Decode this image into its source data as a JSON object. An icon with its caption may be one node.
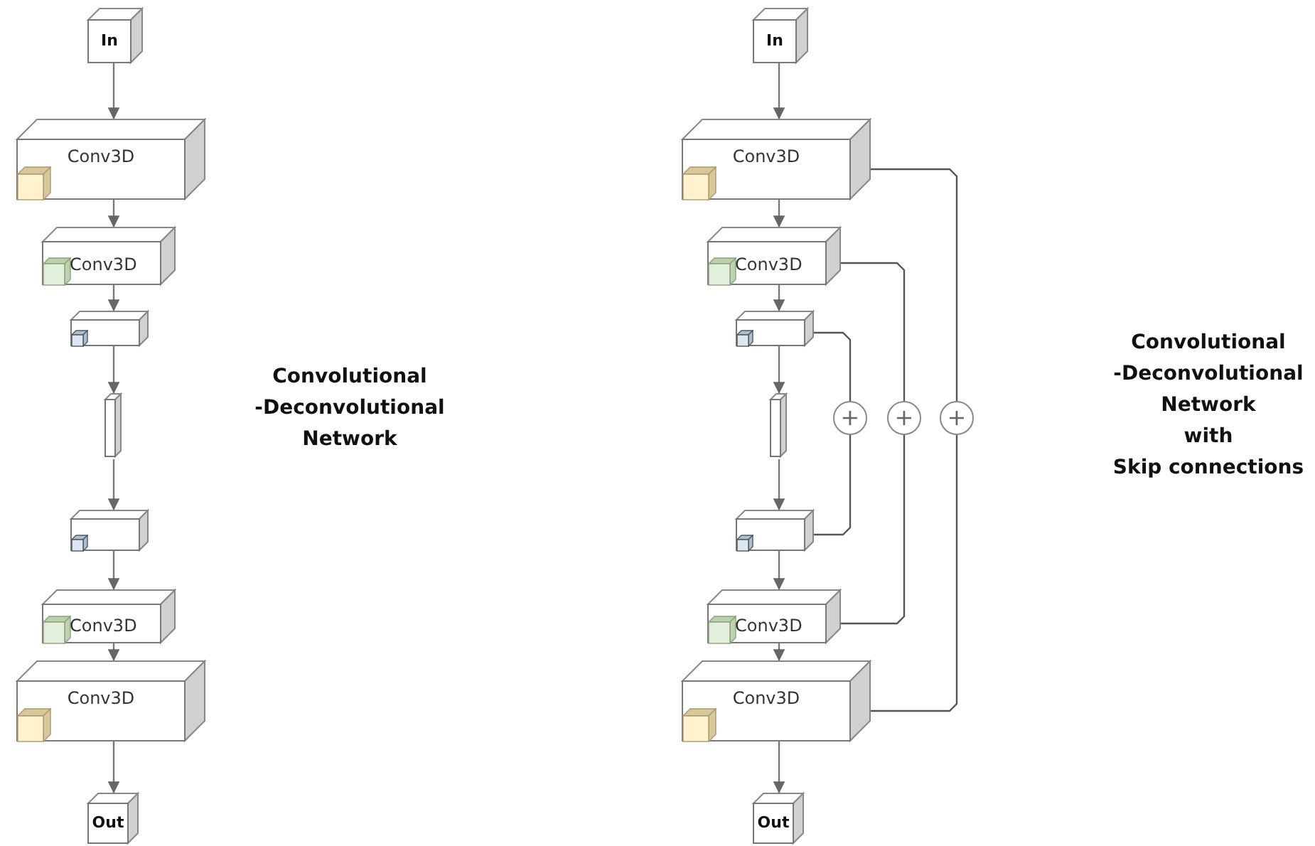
{
  "diagram": {
    "nodes": [
      {
        "text": [
          "In"
        ]
      },
      {
        "text": [
          "Conv3D"
        ]
      },
      {
        "text": [
          "Conv3D"
        ]
      },
      {
        "text": [],
        "shape": "box"
      },
      {
        "text": [],
        "shape": "bar"
      },
      {
        "text": [],
        "shape": "box"
      },
      {
        "text": [
          "Conv3D"
        ]
      },
      {
        "text": [
          "Conv3D"
        ]
      },
      {
        "text": [
          "Out"
        ]
      },
      {
        "text": [
          "In"
        ]
      },
      {
        "text": [
          "Conv3D"
        ]
      },
      {
        "text": [
          "Conv3D"
        ]
      },
      {
        "text": [],
        "shape": "box"
      },
      {
        "text": [],
        "shape": "bar"
      },
      {
        "text": [],
        "shape": "box"
      },
      {
        "text": [
          "Conv3D"
        ]
      },
      {
        "text": [
          "Conv3D"
        ]
      },
      {
        "text": [
          "Out"
        ]
      },
      {
        "text": [
          "+"
        ]
      },
      {
        "text": [
          "+"
        ]
      },
      {
        "text": [
          "+"
        ]
      }
    ],
    "edges": [
      {
        "from": 0,
        "to": 1,
        "arrow": "to"
      },
      {
        "from": 1,
        "to": 2,
        "arrow": "to"
      },
      {
        "from": 2,
        "to": 3,
        "arrow": "to"
      },
      {
        "from": 3,
        "to": 4,
        "arrow": "to"
      },
      {
        "from": 4,
        "to": 5,
        "arrow": "to"
      },
      {
        "from": 5,
        "to": 6,
        "arrow": "to"
      },
      {
        "from": 6,
        "to": 7,
        "arrow": "to"
      },
      {
        "from": 7,
        "to": 8,
        "arrow": "to"
      },
      {
        "from": 9,
        "to": 10,
        "arrow": "to"
      },
      {
        "from": 10,
        "to": 11,
        "arrow": "to"
      },
      {
        "from": 11,
        "to": 12,
        "arrow": "to"
      },
      {
        "from": 12,
        "to": 13,
        "arrow": "to"
      },
      {
        "from": 13,
        "to": 14,
        "arrow": "to"
      },
      {
        "from": 14,
        "to": 15,
        "arrow": "to"
      },
      {
        "from": 15,
        "to": 16,
        "arrow": "to"
      },
      {
        "from": 16,
        "to": 17,
        "arrow": "to"
      },
      {
        "from": 12,
        "to": 18,
        "arrow": "none"
      },
      {
        "from": 18,
        "to": 14,
        "arrow": "none"
      },
      {
        "from": 11,
        "to": 19,
        "arrow": "none"
      },
      {
        "from": 19,
        "to": 15,
        "arrow": "none"
      },
      {
        "from": 10,
        "to": 20,
        "arrow": "none"
      },
      {
        "from": 20,
        "to": 16,
        "arrow": "none"
      }
    ],
    "labels": [
      "Convolutional -Deconvolutional Network",
      "Convolutional -Deconvolutional Network with Skip connections"
    ]
  }
}
